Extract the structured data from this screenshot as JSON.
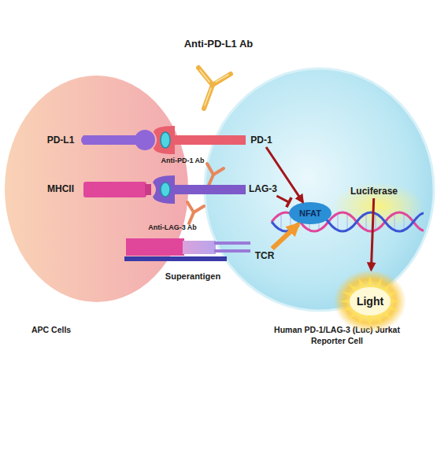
{
  "diagram": {
    "nodes": [
      {
        "text": [
          "APC Cells"
        ]
      },
      {
        "text": [
          "PD-L1"
        ],
        "in": 0
      },
      {
        "text": [
          "MHCII"
        ],
        "in": 0
      },
      {
        "text": [
          "Superantigen"
        ]
      },
      {
        "text": [
          "Human PD-1/LAG-3 (Luc) Jurkat Reporter Cell"
        ]
      },
      {
        "text": [
          "PD-1"
        ],
        "in": 4
      },
      {
        "text": [
          "LAG-3"
        ],
        "in": 4
      },
      {
        "text": [
          "TCR"
        ],
        "in": 4
      },
      {
        "text": [
          "NFAT"
        ],
        "in": 4
      },
      {
        "text": [
          "Luciferase"
        ],
        "in": 4
      },
      {
        "text": [
          "Light"
        ],
        "in": 4
      }
    ],
    "edges": [
      {
        "from": 5,
        "to": 8,
        "arrow": "to"
      },
      {
        "from": 6,
        "to": 8,
        "arrow": "to"
      },
      {
        "from": 7,
        "to": 8,
        "arrow": "to"
      },
      {
        "from": 9,
        "to": 10,
        "arrow": "to"
      }
    ],
    "labels": [
      "Anti-PD-L1 Ab",
      "Anti-PD-1 Ab",
      "Anti-LAG-3 Ab"
    ]
  }
}
